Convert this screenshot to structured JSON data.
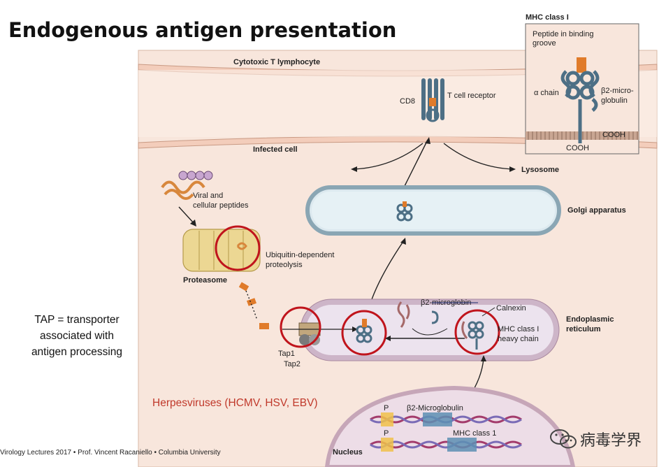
{
  "title": "Endogenous antigen presentation",
  "tap_note": {
    "line1": "TAP = transporter",
    "line2": "associated with",
    "line3": "antigen processing"
  },
  "herpes_label": "Herpesviruses (HCMV, HSV, EBV)",
  "footer": "Virology Lectures 2017 • Prof. Vincent Racaniello • Columbia University",
  "watermark": "病毒学界",
  "diagram": {
    "ctl": "Cytotoxic T lymphocyte",
    "cd8": "CD8",
    "tcr": "T cell receptor",
    "infected_cell": "Infected cell",
    "lysosome": "Lysosome",
    "golgi": "Golgi apparatus",
    "viral_peptides_1": "Viral and",
    "viral_peptides_2": "cellular peptides",
    "ubiquitin_1": "Ubiquitin-dependent",
    "ubiquitin_2": "proteolysis",
    "proteasome": "Proteasome",
    "b2m_er": "β2-microglobin",
    "calnexin": "Calnexin",
    "er_1": "Endoplasmic",
    "er_2": "reticulum",
    "mhc_heavy_1": "MHC class I",
    "mhc_heavy_2": "heavy chain",
    "tap1": "Tap1",
    "tap2": "Tap2",
    "nucleus": "Nucleus",
    "gene_p1": "P",
    "gene_p2": "P",
    "gene_b2m": "β2-Microglobulin",
    "gene_mhc": "MHC class 1"
  },
  "inset": {
    "title": "MHC class I",
    "peptide_1": "Peptide in binding",
    "peptide_2": "groove",
    "alpha": "α chain",
    "b2m_1": "β2-micro-",
    "b2m_2": "globulin",
    "cooh_1": "COOH",
    "cooh_2": "COOH"
  },
  "colors": {
    "cell_fill": "#f9e7de",
    "membrane": "#e8c9b8",
    "er_fill": "#e7dfe8",
    "golgi_fill": "#dde9ef",
    "mhc_blue": "#4d6f85",
    "peptide_orange": "#e07b2a",
    "highlight_red": "#c0141c",
    "proteasome": "#e9d48a"
  }
}
